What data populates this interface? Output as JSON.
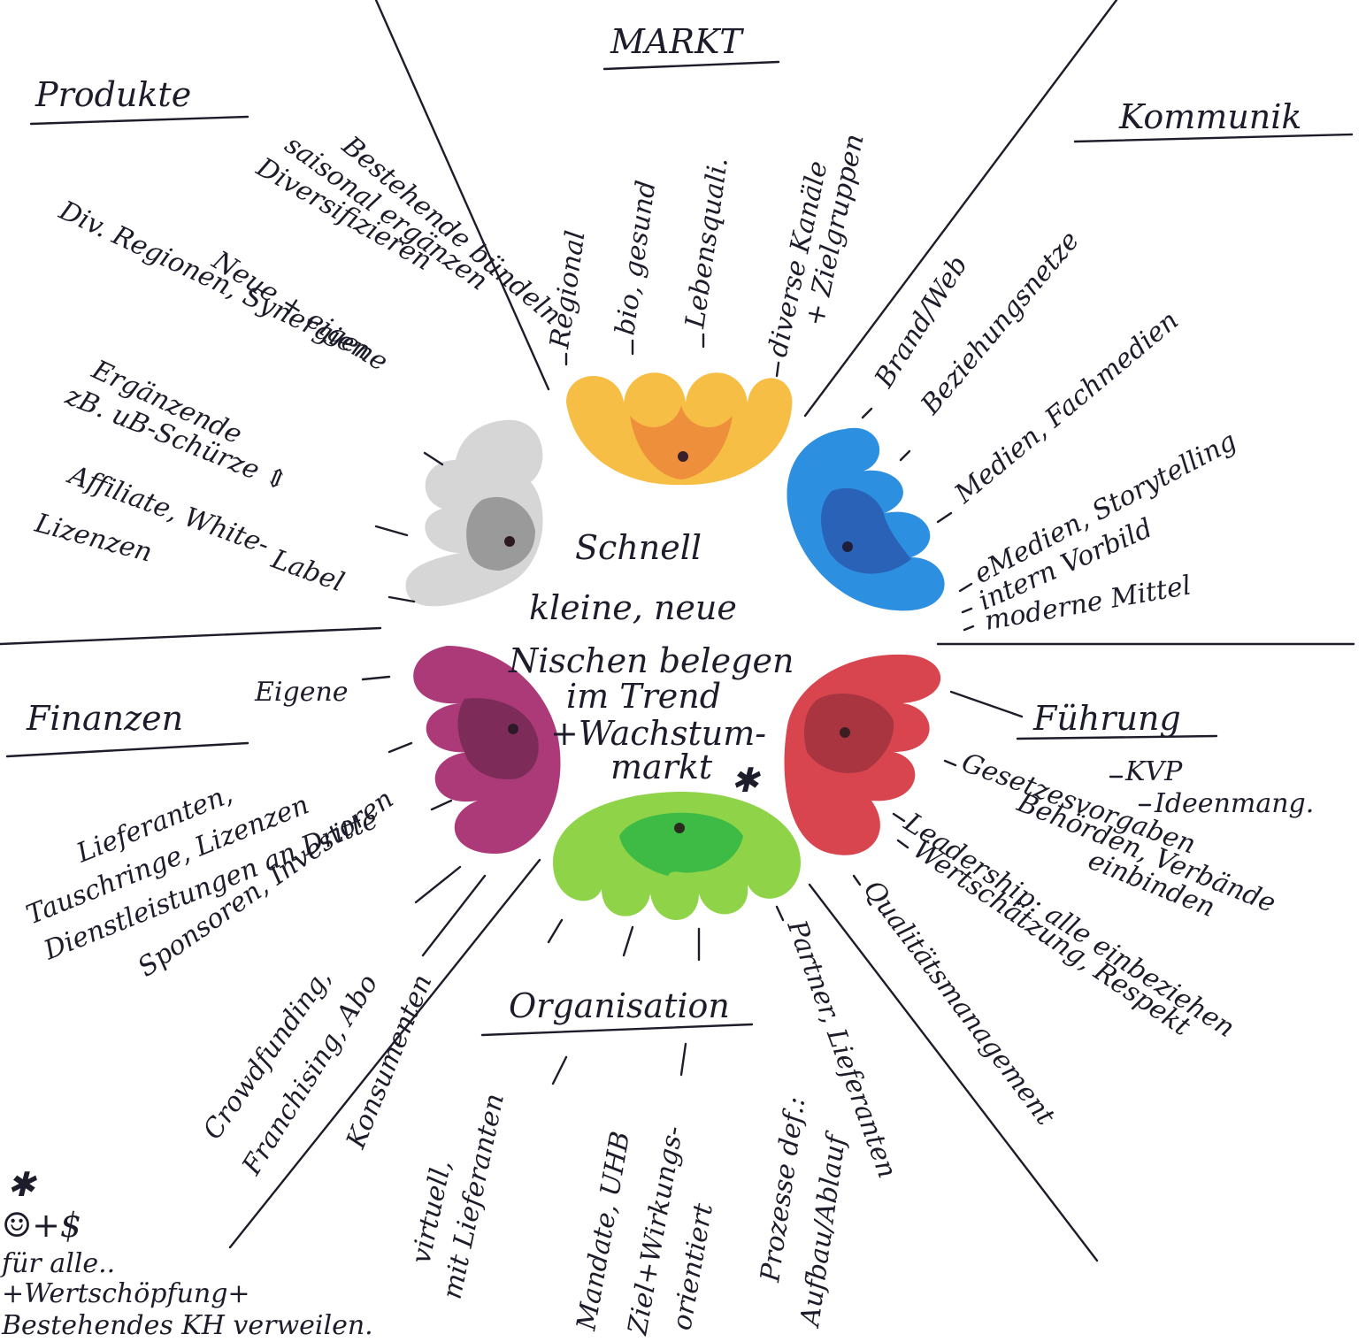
{
  "colors": {
    "ink": "#1c1c2a",
    "markt": "#f7be45",
    "markt_overlap": "#ee8f3c",
    "kommunik": "#2d8fe0",
    "kommunik_overlap": "#2a62b8",
    "fuehrung": "#d8454f",
    "fuehrung_overlap": "#a83540",
    "organisation": "#8fd448",
    "organisation_overlap": "#3dbb45",
    "finanzen": "#ad3a78",
    "finanzen_overlap": "#7d2c5a",
    "produkte": "#d6d6d6",
    "produkte_overlap": "#9a9a9a"
  },
  "center": {
    "line1": "Schnell",
    "line2": "kleine, neue",
    "line3": "Nischen belegen",
    "line4": "im Trend",
    "line5": "+Wachstum-",
    "line6": "markt",
    "asterisk": "✱"
  },
  "markt": {
    "title": "MARKT",
    "items": [
      "Regional",
      "bio, gesund",
      "Lebensquali.",
      "diverse Kanäle",
      "+ Zielgruppen"
    ]
  },
  "kommunik": {
    "title": "Kommunik",
    "items": [
      "Brand/Web",
      "Beziehungsnetze",
      "Medien, Fachmedien",
      "eMedien, Storytelling",
      "intern Vorbild",
      "moderne Mittel"
    ]
  },
  "fuehrung": {
    "title": "Führung",
    "items": [
      "KVP",
      "Ideenmang.",
      "Gesetzesvorgaben",
      "Behörden, Verbände",
      "einbinden",
      "Leadership: alle einbeziehen",
      "Wertschätzung, Respekt",
      "Qualitätsmanagement"
    ]
  },
  "organisation": {
    "title": "Organisation",
    "items": [
      "Partner, Lieferanten",
      "Prozesse def.:",
      "Aufbau/Ablauf",
      "Mandate, UHB",
      "Ziel+Wirkungs-",
      "orientiert",
      "virtuell,",
      "mit Lieferanten",
      "Konsumenten"
    ]
  },
  "finanzen": {
    "title": "Finanzen",
    "items": [
      "Eigene",
      "Lieferanten,",
      "Tauschringe, Lizenzen",
      "Dienstleistungen an Dritte",
      "Sponsoren, Investoren",
      "Crowdfunding,",
      "Franchising, Abo"
    ]
  },
  "produkte": {
    "title": "Produkte",
    "items": [
      "Bestehende bündeln",
      "saisonal ergänzen",
      "Diversifizieren",
      "Neue + eigene",
      "Div. Regionen, Synergien",
      "Ergänzende",
      "zB. uB-Schürze ⇕",
      "Affiliate, White-",
      "Label",
      "Lizenzen"
    ]
  },
  "footnote": {
    "asterisk": "✱",
    "line1": "☺+$",
    "line2": "für alle..",
    "line3": "+Wertschöpfung+",
    "line4": "Bestehendes KH verweilen."
  }
}
